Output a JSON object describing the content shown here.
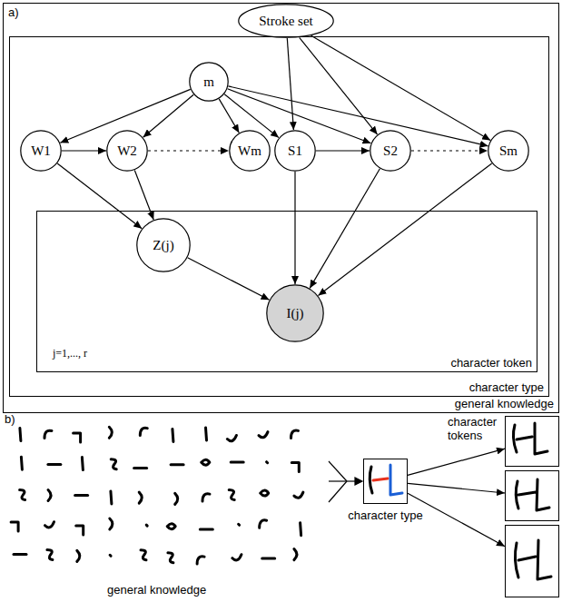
{
  "diagram": {
    "nodes": [
      {
        "text": [
          "general knowledge"
        ]
      },
      {
        "text": [
          "Stroke set"
        ],
        "in": 0
      },
      {
        "text": [
          "character type"
        ],
        "in": 0
      },
      {
        "text": [
          "m"
        ],
        "in": 2
      },
      {
        "text": [
          "W1"
        ],
        "in": 2
      },
      {
        "text": [
          "W2"
        ],
        "in": 2
      },
      {
        "text": [
          "Wm"
        ],
        "in": 2
      },
      {
        "text": [
          "S1"
        ],
        "in": 2
      },
      {
        "text": [
          "S2"
        ],
        "in": 2
      },
      {
        "text": [
          "Sm"
        ],
        "in": 2
      },
      {
        "text": [
          "character token"
        ],
        "in": 2
      },
      {
        "text": [
          "Z(j)"
        ],
        "in": 10
      },
      {
        "text": [
          "I(j)"
        ],
        "in": 10
      },
      {
        "text": [
          "character type"
        ]
      },
      {
        "text": []
      },
      {
        "text": []
      },
      {
        "text": []
      }
    ],
    "edges": [
      {
        "from": 1,
        "to": 7,
        "arrow": "to"
      },
      {
        "from": 1,
        "to": 8,
        "arrow": "to"
      },
      {
        "from": 1,
        "to": 9,
        "arrow": "to"
      },
      {
        "from": 3,
        "to": 4,
        "arrow": "to"
      },
      {
        "from": 3,
        "to": 5,
        "arrow": "to"
      },
      {
        "from": 3,
        "to": 6,
        "arrow": "to"
      },
      {
        "from": 3,
        "to": 7,
        "arrow": "to"
      },
      {
        "from": 3,
        "to": 8,
        "arrow": "to"
      },
      {
        "from": 3,
        "to": 9,
        "arrow": "to"
      },
      {
        "from": 4,
        "to": 5,
        "arrow": "to"
      },
      {
        "from": 5,
        "to": 6,
        "arrow": "to"
      },
      {
        "from": 7,
        "to": 8,
        "arrow": "to"
      },
      {
        "from": 8,
        "to": 9,
        "arrow": "to"
      },
      {
        "from": 4,
        "to": 11,
        "arrow": "to"
      },
      {
        "from": 5,
        "to": 11,
        "arrow": "to"
      },
      {
        "from": 11,
        "to": 12,
        "arrow": "to"
      },
      {
        "from": 7,
        "to": 12,
        "arrow": "to"
      },
      {
        "from": 8,
        "to": 12,
        "arrow": "to"
      },
      {
        "from": 9,
        "to": 12,
        "arrow": "to"
      },
      {
        "from": 13,
        "to": 14,
        "arrow": "to"
      },
      {
        "from": 13,
        "to": 15,
        "arrow": "to"
      },
      {
        "from": 13,
        "to": 16,
        "arrow": "to"
      }
    ],
    "labels": [
      "a)",
      "b)",
      "j=1,..., r",
      "general knowledge",
      "character tokens"
    ]
  }
}
